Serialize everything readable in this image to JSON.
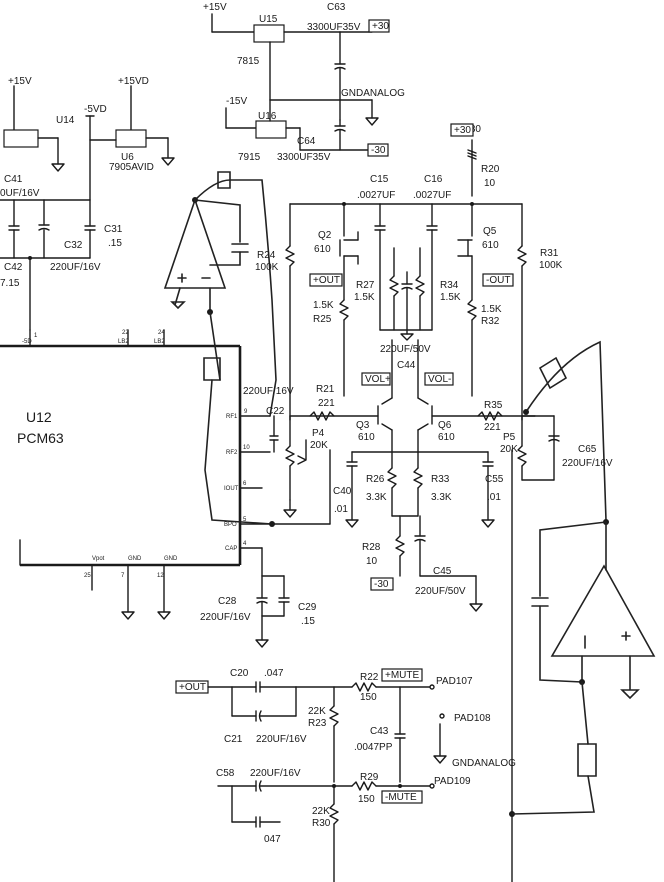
{
  "rails": {
    "p15v_top": "+15V",
    "p15v_left": "+15V",
    "p15vd": "+15VD",
    "m5vd": "-5VD",
    "m15v": "-15V"
  },
  "regulators": {
    "u15": "U15",
    "u15_part": "7815",
    "u16": "U16",
    "u16_part": "7915",
    "u14": "U14",
    "u6": "U6",
    "u6_part": "7905AVID"
  },
  "caps": {
    "c63": "C63",
    "c63_val": "3300UF35V",
    "c64": "C64",
    "c64_val": "3300UF35V",
    "c41": "C41",
    "c41_val": "0UF/16V",
    "c42": "C42",
    "c42_val": "7.15",
    "c32": "C32",
    "c32_val": "220UF/16V",
    "c31": "C31",
    "c31_val": ".15",
    "c15": "C15",
    "c15_val": ".0027UF",
    "c16": "C16",
    "c16_val": ".0027UF",
    "c44": "C44",
    "c44_val": "220UF/50V",
    "c22": "C22",
    "c22_val": "220UF/16V",
    "c40": "C40",
    "c40_val": ".01",
    "c55": "C55",
    "c55_val": ".01",
    "c45": "C45",
    "c45_val": "220UF/50V",
    "c65": "C65",
    "c65_val": "220UF/16V",
    "c28": "C28",
    "c28_val": "220UF/16V",
    "c29": "C29",
    "c29_val": ".15",
    "c20": "C20",
    "c20_val": ".047",
    "c21": "C21",
    "c21_val": "220UF/16V",
    "c43": "C43",
    "c43_val": ".0047PP",
    "c58": "C58",
    "c58_val": "220UF/16V",
    "c_bottom_val": "047"
  },
  "resistors": {
    "r20": "R20",
    "r20_val": "10",
    "r24": "R24",
    "r24_val": "100K",
    "r31": "R31",
    "r31_val": "100K",
    "r27": "R27",
    "r27_val": "1.5K",
    "r34": "R34",
    "r34_val": "1.5K",
    "r25": "R25",
    "r25_val": "1.5K",
    "r32": "R32",
    "r32_val": "1.5K",
    "r21": "R21",
    "r21_val": "221",
    "r35": "R35",
    "r35_val": "221",
    "p4": "P4",
    "p4_val": "20K",
    "p5": "P5",
    "p5_val": "20K",
    "r26": "R26",
    "r26_val": "3.3K",
    "r33": "R33",
    "r33_val": "3.3K",
    "r28": "R28",
    "r28_val": "10",
    "r22": "R22",
    "r22_val": "150",
    "r23": "R23",
    "r23_val": "22K",
    "r29": "R29",
    "r29_val": "150",
    "r30": "R30",
    "r30_val": "22K"
  },
  "transistors": {
    "q2": "Q2",
    "q2_val": "610",
    "q5": "Q5",
    "q5_val": "610",
    "q3": "Q3",
    "q3_val": "610",
    "q6": "Q6",
    "q6_val": "610"
  },
  "tags": {
    "p30_a": "+30",
    "m30_a": "-30",
    "p30_b": "+30",
    "plus_out": "+OUT",
    "minus_out": "-OUT",
    "vol_plus": "VOL+",
    "vol_minus": "VOL-",
    "m30_b": "-30",
    "plus_out_b": "+OUT",
    "plus_mute": "+MUTE",
    "minus_mute": "-MUTE"
  },
  "nets": {
    "gndanalog_top": "GNDANALOG",
    "gndanalog_bot": "GNDANALOG"
  },
  "pads": {
    "pad107": "PAD107",
    "pad108": "PAD108",
    "pad109": "PAD109"
  },
  "ic": {
    "name": "U12",
    "part": "PCM63",
    "pins": {
      "rf1": "RF1",
      "rf1_n": "9",
      "rf2": "RF2",
      "rf2_n": "10",
      "iout": "IOUT",
      "iout_n": "6",
      "bpo": "BPO",
      "bpo_n": "5",
      "cap": "CAP",
      "cap_n": "4",
      "top_a": "-5D",
      "top_a_n": "1",
      "top_b": "LB2",
      "top_b_n": "22",
      "top_c": "LB2",
      "top_c_n": "24",
      "bot_a": "Vpot",
      "bot_a_n": "25",
      "bot_b": "GND",
      "bot_b_n": "7",
      "bot_c": "GND",
      "bot_c_n": "12"
    }
  }
}
